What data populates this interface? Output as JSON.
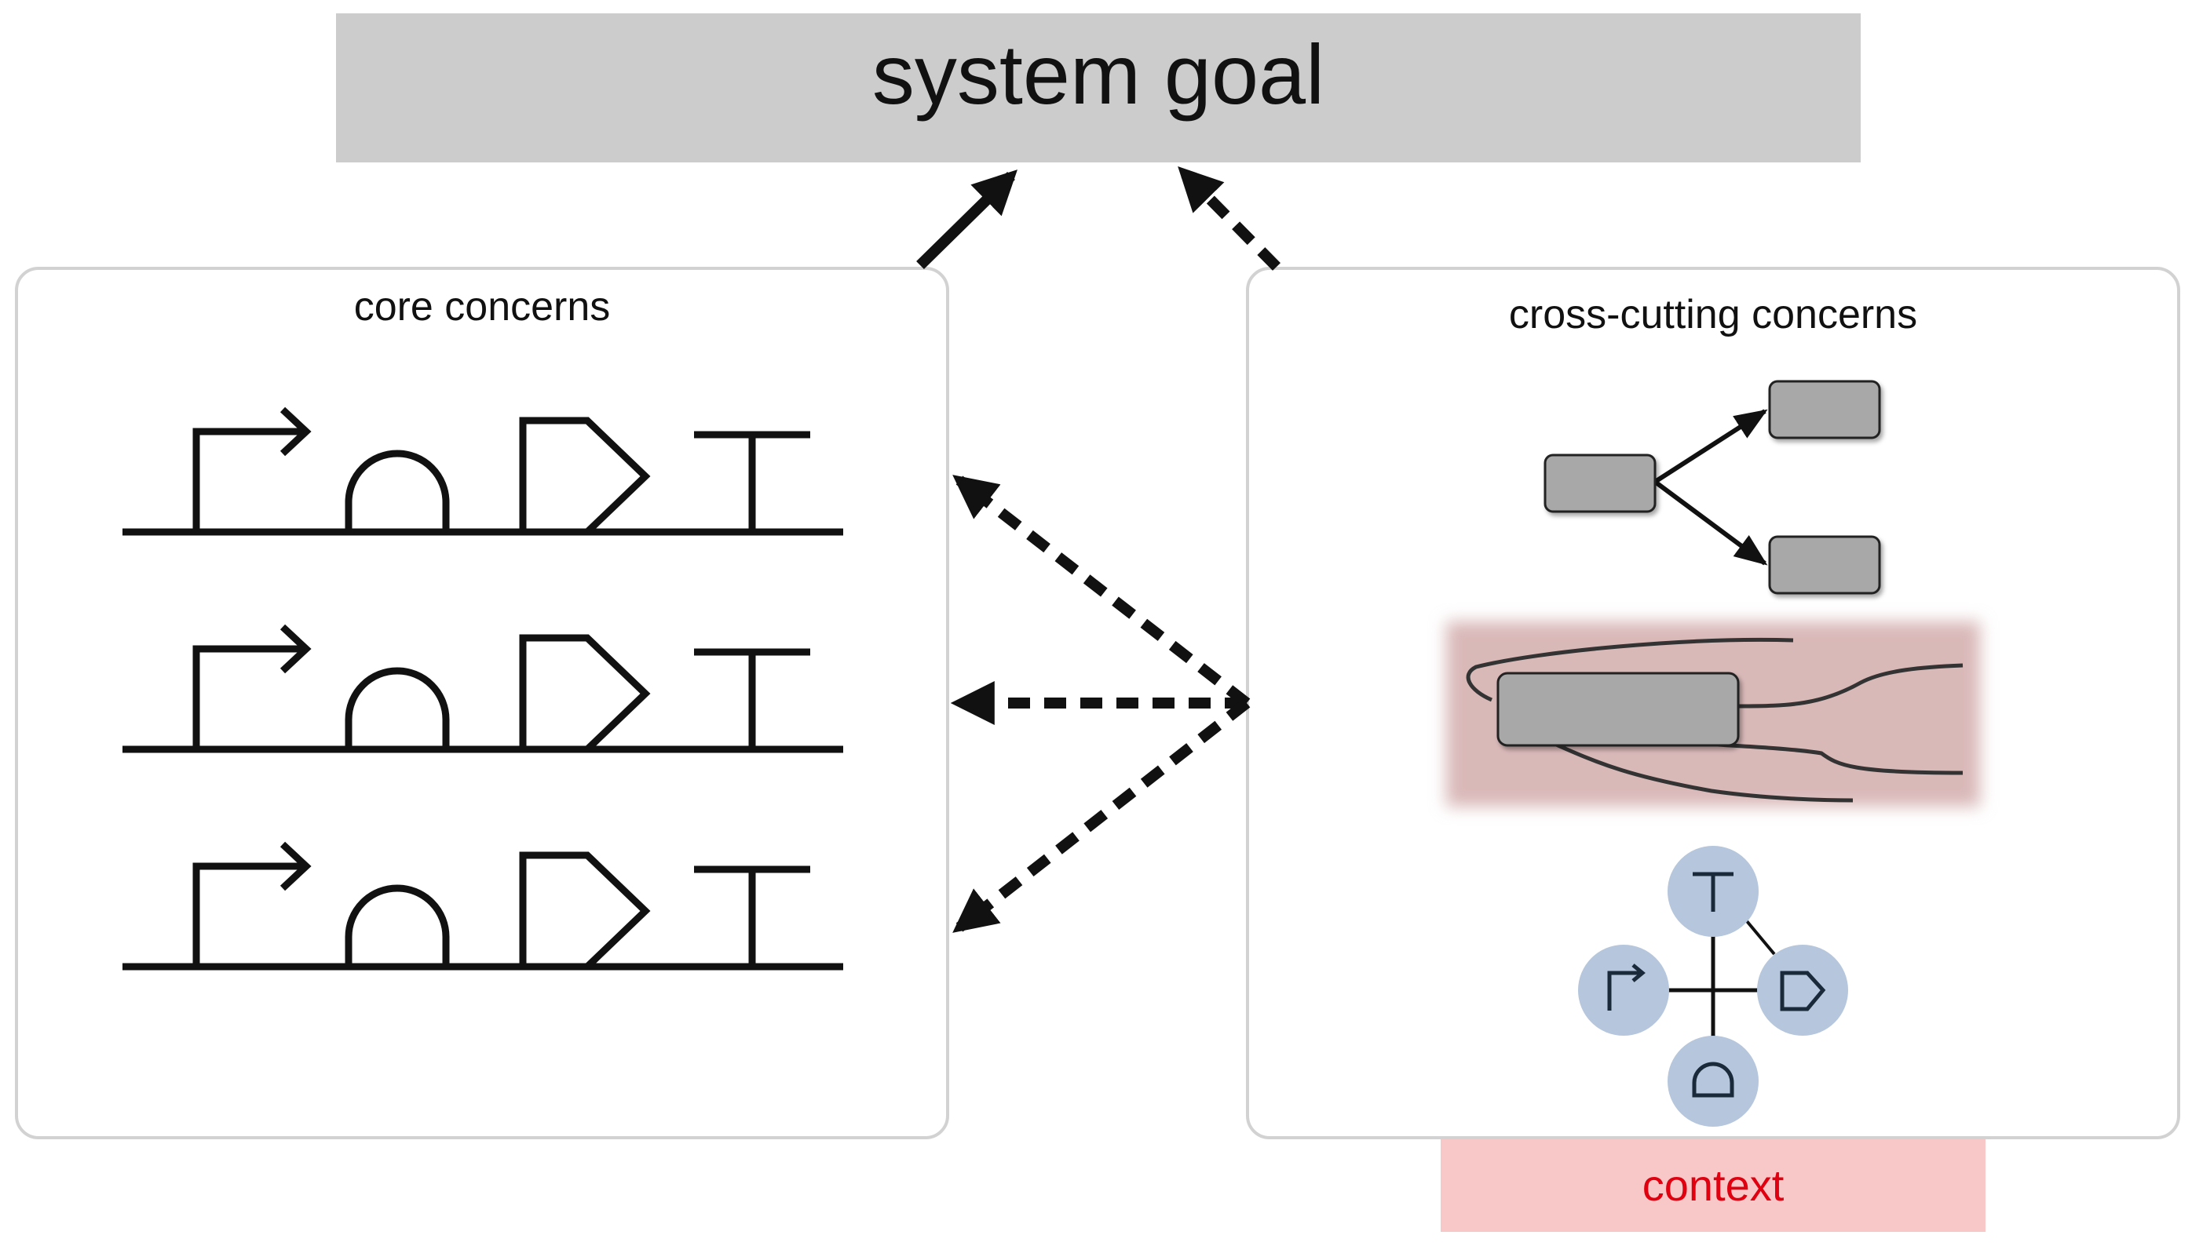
{
  "goal": {
    "label": "system goal"
  },
  "core": {
    "label": "core concerns",
    "device_rows": 3
  },
  "cross": {
    "label": "cross-cutting concerns"
  },
  "context": {
    "label": "context"
  },
  "colors": {
    "goal_box": "#cccccc",
    "panel_border": "#d2d2d2",
    "node_fill": "#a8a8a8",
    "wire_band": "#d9b8b8",
    "glyph_circle": "#b6c6dc",
    "context_fill": "#f8c8c8",
    "context_text": "#e0000f",
    "ink": "#111111"
  }
}
